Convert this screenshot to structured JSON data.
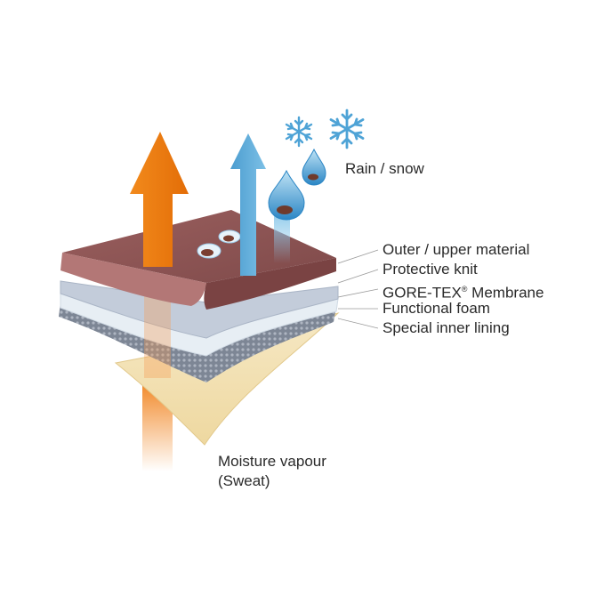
{
  "labels": {
    "precipitation": "Rain / snow",
    "moisture_line1": "Moisture vapour",
    "moisture_line2": "(Sweat)"
  },
  "layers": [
    {
      "name": "Outer / upper material"
    },
    {
      "name": "Protective knit"
    },
    {
      "name": "GORE-TEX",
      "suffix": "Membrane",
      "mark": "®"
    },
    {
      "name": "Functional foam"
    },
    {
      "name": "Special inner lining"
    }
  ],
  "colors": {
    "outer": "#8f5454",
    "outer_front": "#b07474",
    "knit": "#c8cfdc",
    "membrane": "#e6edf3",
    "foam": "#8c95a3",
    "lining": "#f1dfae",
    "vapour_arrow": "#ef7a12",
    "water_arrow": "#5aa8d6",
    "snowflake": "#4ea3d6"
  },
  "icons": [
    "snowflake-icon",
    "water-drop-icon"
  ]
}
